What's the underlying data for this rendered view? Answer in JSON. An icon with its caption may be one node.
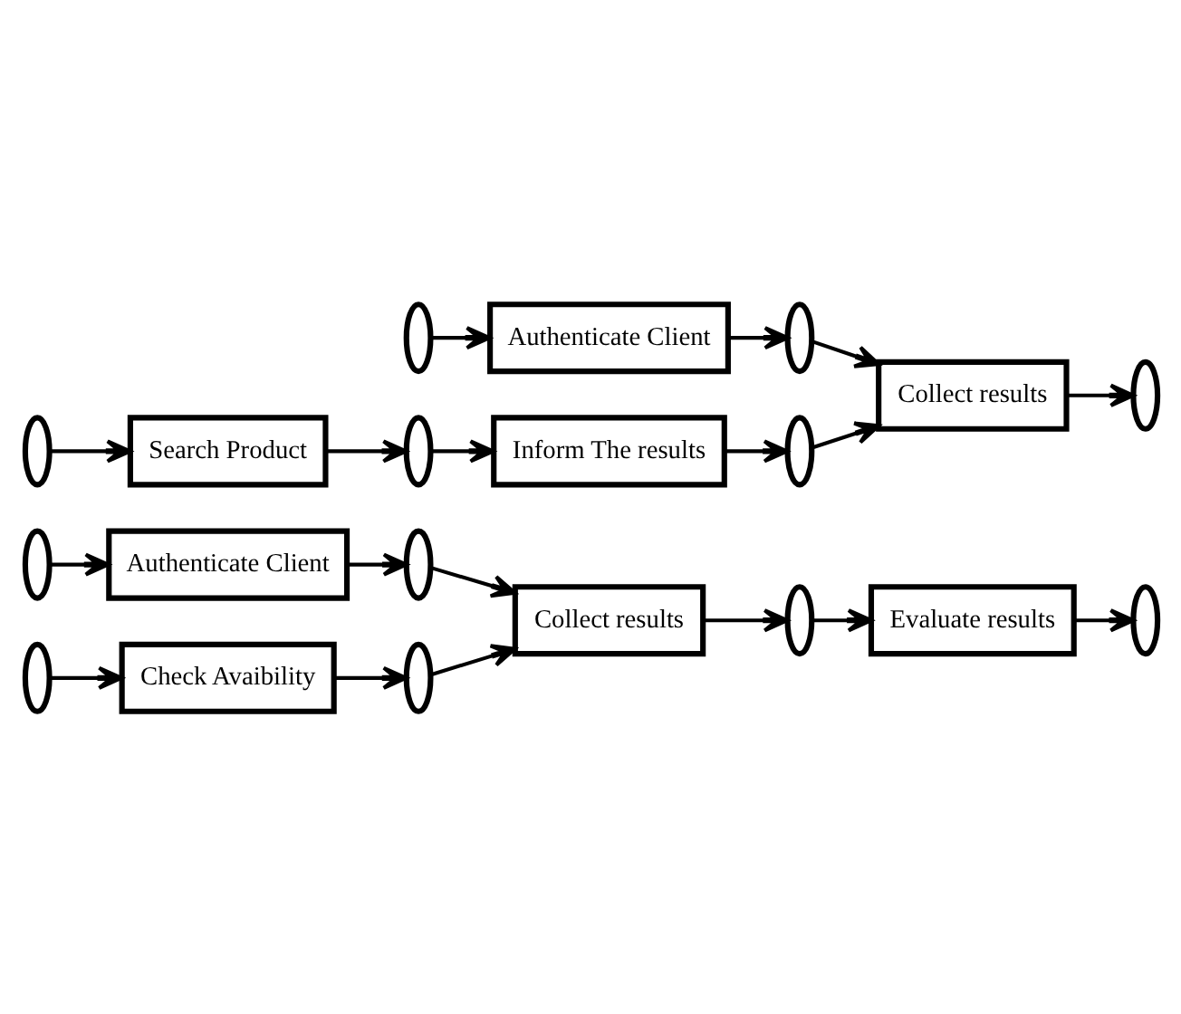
{
  "diagram": {
    "nodes": [
      {
        "text": [],
        "shape": "ellipse"
      },
      {
        "text": [
          "Authenticate Client"
        ]
      },
      {
        "text": [],
        "shape": "ellipse"
      },
      {
        "text": [],
        "shape": "ellipse"
      },
      {
        "text": [
          "Check Avaibility"
        ]
      },
      {
        "text": [],
        "shape": "ellipse"
      },
      {
        "text": [
          "Collect results"
        ]
      },
      {
        "text": [],
        "shape": "ellipse"
      },
      {
        "text": [
          "Evaluate results"
        ]
      },
      {
        "text": [],
        "shape": "ellipse"
      },
      {
        "text": [],
        "shape": "ellipse"
      },
      {
        "text": [
          "Authenticate Client"
        ]
      },
      {
        "text": [],
        "shape": "ellipse"
      },
      {
        "text": [],
        "shape": "ellipse"
      },
      {
        "text": [
          "Search Product"
        ]
      },
      {
        "text": [],
        "shape": "ellipse"
      },
      {
        "text": [
          "Inform The results"
        ]
      },
      {
        "text": [],
        "shape": "ellipse"
      },
      {
        "text": [
          "Collect results"
        ]
      },
      {
        "text": [],
        "shape": "ellipse"
      }
    ],
    "edges": [
      {
        "from": 0,
        "to": 1,
        "arrow": "to"
      },
      {
        "from": 1,
        "to": 2,
        "arrow": "to"
      },
      {
        "from": 3,
        "to": 4,
        "arrow": "to"
      },
      {
        "from": 4,
        "to": 5,
        "arrow": "to"
      },
      {
        "from": 2,
        "to": 6,
        "arrow": "to"
      },
      {
        "from": 5,
        "to": 6,
        "arrow": "to"
      },
      {
        "from": 6,
        "to": 7,
        "arrow": "to"
      },
      {
        "from": 7,
        "to": 8,
        "arrow": "to"
      },
      {
        "from": 8,
        "to": 9,
        "arrow": "to"
      },
      {
        "from": 10,
        "to": 11,
        "arrow": "to"
      },
      {
        "from": 11,
        "to": 12,
        "arrow": "to"
      },
      {
        "from": 13,
        "to": 14,
        "arrow": "to"
      },
      {
        "from": 14,
        "to": 15,
        "arrow": "to"
      },
      {
        "from": 15,
        "to": 16,
        "arrow": "to"
      },
      {
        "from": 16,
        "to": 17,
        "arrow": "to"
      },
      {
        "from": 12,
        "to": 18,
        "arrow": "to"
      },
      {
        "from": 17,
        "to": 18,
        "arrow": "to"
      },
      {
        "from": 18,
        "to": 19,
        "arrow": "to"
      }
    ]
  }
}
